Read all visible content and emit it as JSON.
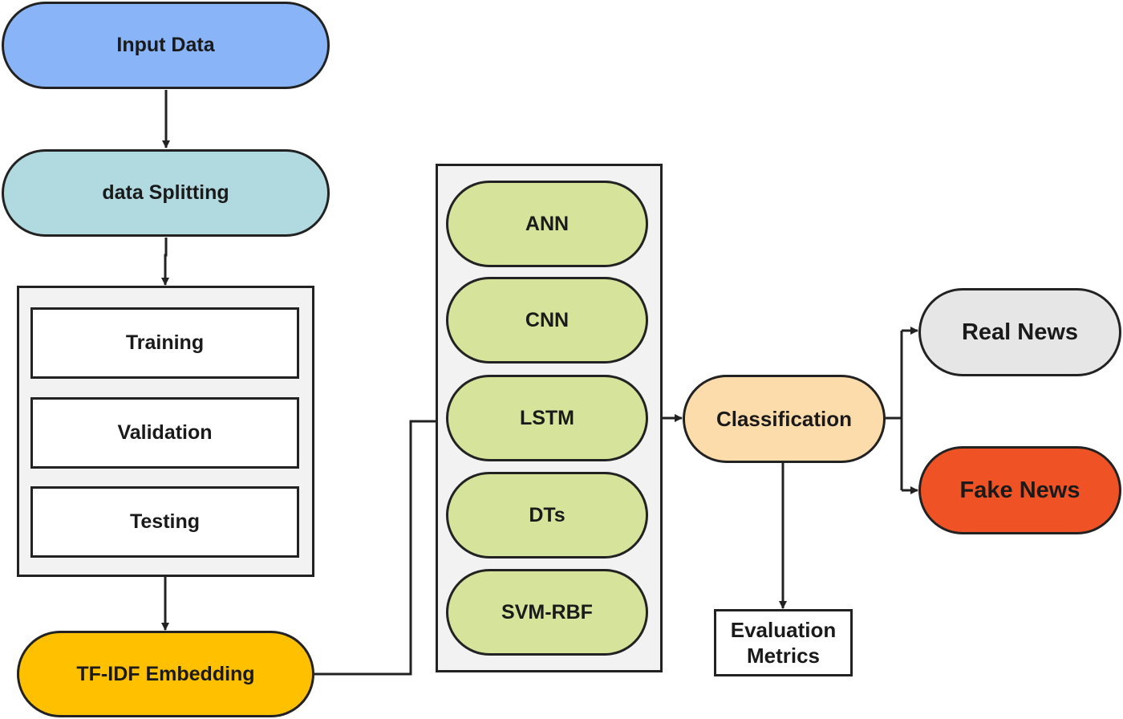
{
  "colors": {
    "input_data": "#8ab4f8",
    "data_splitting": "#b0dae0",
    "tfidf": "#ffc000",
    "models": "#d6e39a",
    "classification": "#fddcab",
    "real_news": "#e6e6e6",
    "fake_news": "#ef5325",
    "group_fill": "#f2f2f2",
    "stroke": "#222222"
  },
  "nodes": {
    "input_data": "Input Data",
    "data_splitting": "data Splitting",
    "tfidf_embedding": "TF-IDF Embedding",
    "classification": "Classification",
    "evaluation_metrics": "Evaluation\nMetrics",
    "real_news": "Real News",
    "fake_news": "Fake News"
  },
  "splits": [
    "Training",
    "Validation",
    "Testing"
  ],
  "models": [
    "ANN",
    "CNN",
    "LSTM",
    "DTs",
    "SVM-RBF"
  ]
}
